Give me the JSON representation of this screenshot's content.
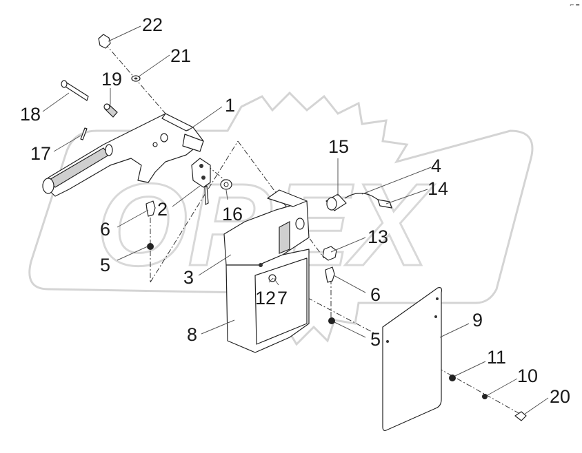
{
  "callouts": [
    {
      "id": "1",
      "label": "1"
    },
    {
      "id": "2",
      "label": "2"
    },
    {
      "id": "3",
      "label": "3"
    },
    {
      "id": "4",
      "label": "4"
    },
    {
      "id": "5a",
      "label": "5"
    },
    {
      "id": "5b",
      "label": "5"
    },
    {
      "id": "6a",
      "label": "6"
    },
    {
      "id": "6b",
      "label": "6"
    },
    {
      "id": "7",
      "label": "7"
    },
    {
      "id": "8",
      "label": "8"
    },
    {
      "id": "9",
      "label": "9"
    },
    {
      "id": "10",
      "label": "10"
    },
    {
      "id": "11",
      "label": "11"
    },
    {
      "id": "12",
      "label": "12"
    },
    {
      "id": "13",
      "label": "13"
    },
    {
      "id": "14",
      "label": "14"
    },
    {
      "id": "15",
      "label": "15"
    },
    {
      "id": "16",
      "label": "16"
    },
    {
      "id": "17",
      "label": "17"
    },
    {
      "id": "18",
      "label": "18"
    },
    {
      "id": "19",
      "label": "19"
    },
    {
      "id": "20",
      "label": "20"
    },
    {
      "id": "21",
      "label": "21"
    },
    {
      "id": "22",
      "label": "22"
    }
  ],
  "watermark": {
    "text": "OREX",
    "color": "#d4d4d4"
  },
  "corner_mark": "⌐ ═"
}
